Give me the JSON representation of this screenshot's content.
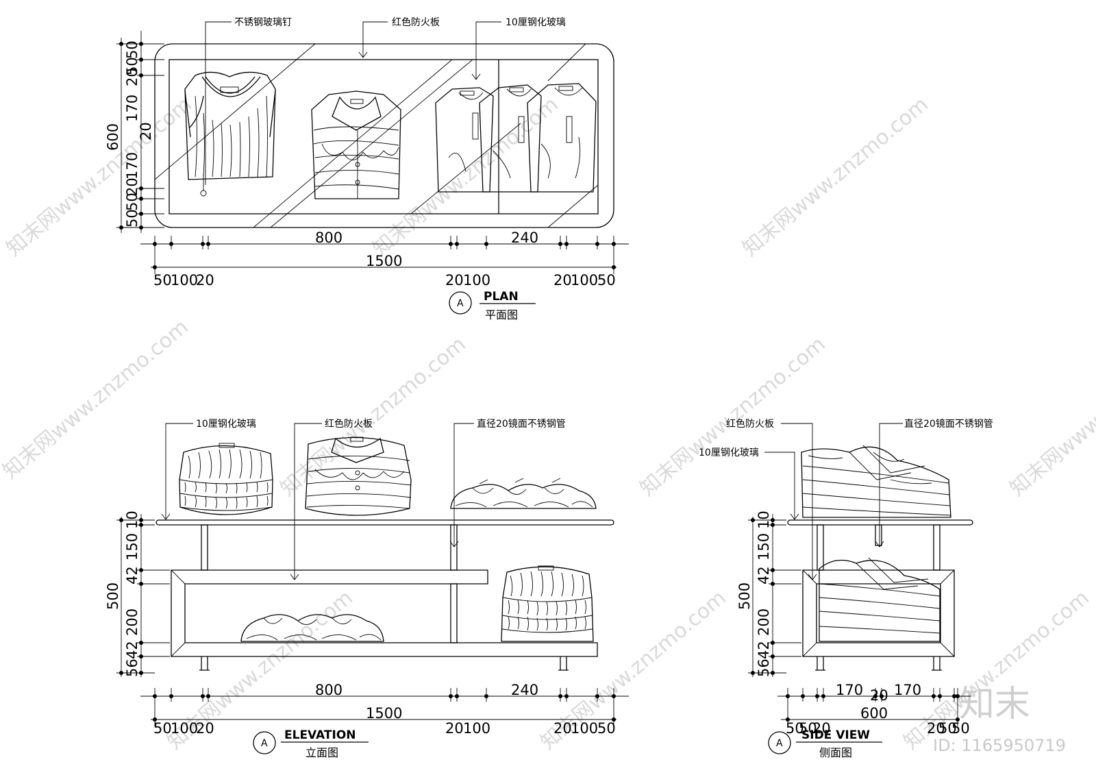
{
  "plan": {
    "labels": {
      "pin": "不锈钢玻璃钉",
      "red_board": "红色防火板",
      "glass": "10厘钢化玻璃"
    },
    "title": "PLAN",
    "subtitle": "平面图",
    "circle": "A",
    "dims_left": {
      "total": "600",
      "a": "50",
      "b": "50",
      "c": "20",
      "d": "170",
      "e": "20",
      "f": "170",
      "g": "20",
      "h": "50",
      "i": "50"
    },
    "dims_bottom": {
      "d800": "800",
      "d240": "240",
      "total": "1500",
      "l50": "50",
      "l100": "100",
      "l20": "20",
      "m20": "20",
      "m100": "100",
      "r20": "20",
      "r100": "100",
      "r50": "50"
    }
  },
  "elevation": {
    "labels": {
      "glass": "10厘钢化玻璃",
      "red_board": "红色防火板",
      "pipe": "直径20镜面不锈钢管"
    },
    "title": "ELEVATION",
    "subtitle": "立面图",
    "circle": "A",
    "dims_left": {
      "total": "500",
      "a": "10",
      "b": "150",
      "c": "42",
      "d": "200",
      "e": "42",
      "f": "56"
    },
    "dims_bottom": {
      "d800": "800",
      "d240": "240",
      "total": "1500",
      "l50": "50",
      "l100": "100",
      "l20": "20",
      "m20": "20",
      "m100": "100",
      "r20": "20",
      "r100": "100",
      "r50": "50"
    }
  },
  "side": {
    "labels": {
      "red_board": "红色防火板",
      "glass": "10厘钢化玻璃",
      "pipe": "直径20镜面不锈钢管"
    },
    "title": "SIDE VIEW",
    "subtitle": "侧面图",
    "circle": "A",
    "dims_left": {
      "total": "500",
      "a": "10",
      "b": "150",
      "c": "42",
      "d": "200",
      "e": "42",
      "f": "56"
    },
    "dims_bottom": {
      "l170": "170",
      "c20": "20",
      "r170": "170",
      "total": "600",
      "l50": "50",
      "l50b": "50",
      "l20": "20",
      "r20": "20",
      "r50": "50",
      "r50b": "50"
    }
  },
  "watermark": {
    "text": "知末网www.znzmo.com",
    "logo": "知末",
    "id": "ID: 1165950719"
  }
}
